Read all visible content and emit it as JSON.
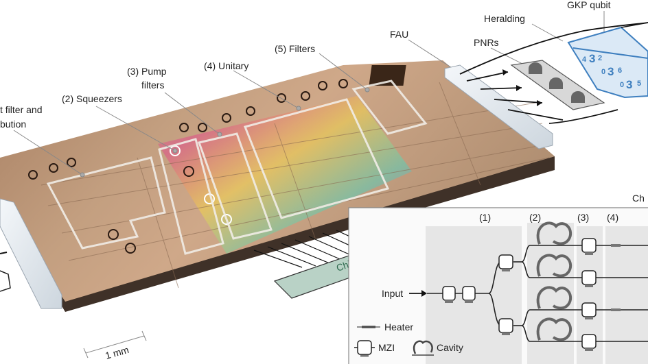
{
  "labels": {
    "pump_filter_dist_1": "t filter and",
    "pump_filter_dist_2": "bution",
    "squeezers": "(2) Squeezers",
    "pump_filters_1": "(3) Pump",
    "pump_filters_2": "filters",
    "unitary": "(4) Unitary",
    "filters": "(5) Filters",
    "fau": "FAU",
    "pnrs": "PNRs",
    "heralding": "Heralding",
    "gkp_qubit": "GKP qubit",
    "chip_control": "Chip control",
    "scale": "1 mm",
    "ch_partial": "Ch"
  },
  "gkp_digits": [
    "4",
    "3",
    "2",
    "0",
    "3",
    "6",
    "0",
    "3",
    "5"
  ],
  "schematic": {
    "stages": [
      "(1)",
      "(2)",
      "(3)",
      "(4)"
    ],
    "input": "Input",
    "legend": {
      "heater": "Heater",
      "mzi": "MZI",
      "cavity": "Cavity"
    }
  },
  "colors": {
    "chip_top": "#b89476",
    "chip_side": "#4a3a30",
    "highlight_box": "#e8e2da",
    "chip_control_fill": "#b9d2c6",
    "chip_control_text": "#2f6b4f",
    "gkp_blue": "#3e7fbf",
    "gkp_fill": "#dbe9f6",
    "schematic_panel": "#e6e6e6"
  }
}
